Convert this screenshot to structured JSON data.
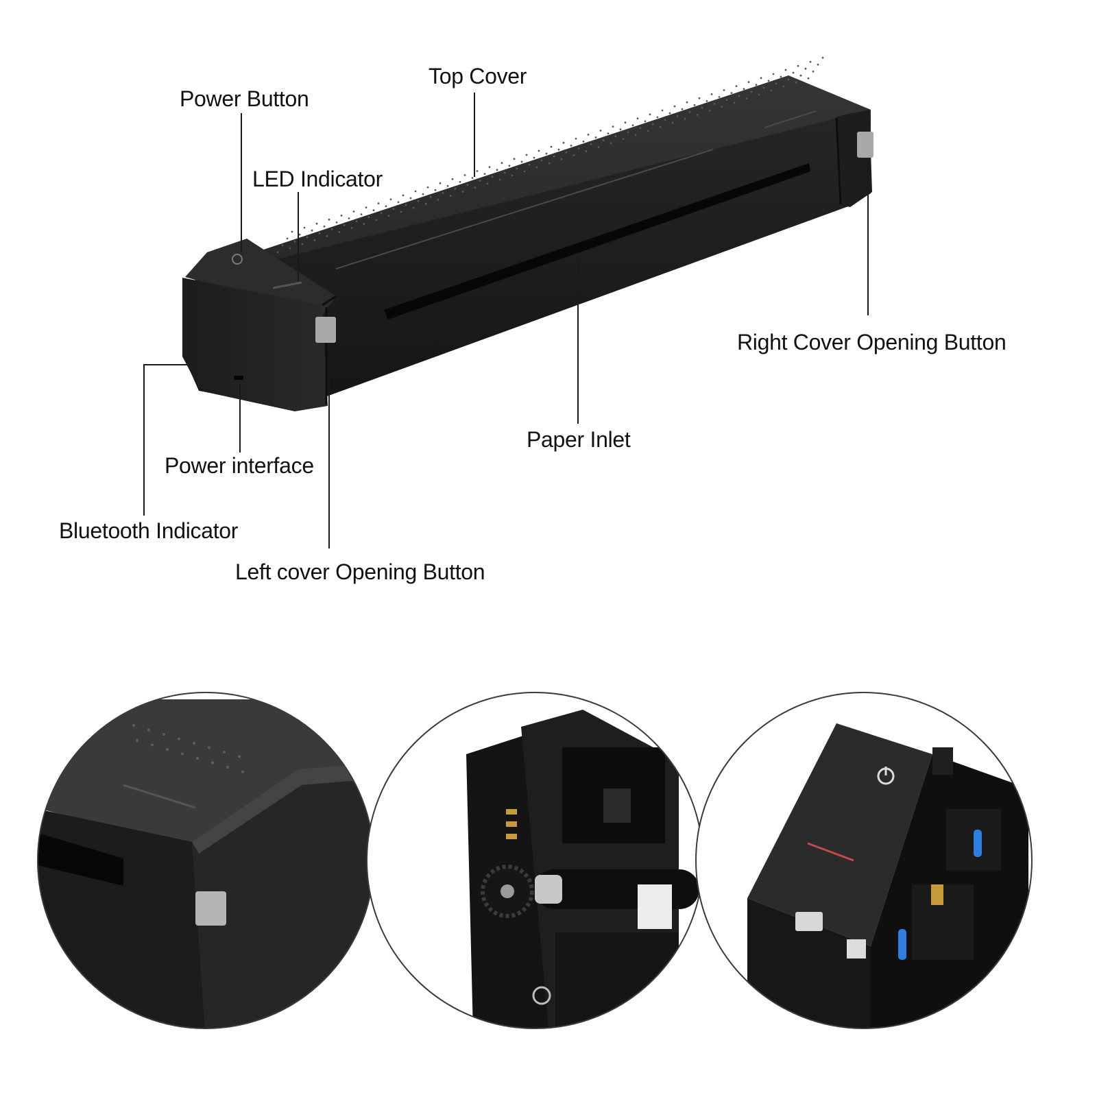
{
  "colors": {
    "body": "#232323",
    "body_dark": "#141414",
    "body_top": "#2e2e2e",
    "slot": "#0a0a0a",
    "button": "#a9a9a9",
    "leader": "#1a1a1a",
    "accent_blue": "#2f7fe0",
    "accent_red": "#c24a4a",
    "contact_gold": "#c79a3c"
  },
  "callouts": {
    "top_cover": "Top Cover",
    "power_button": "Power Button",
    "led_indicator": "LED Indicator",
    "right_cover_button": "Right Cover Opening Button",
    "paper_inlet": "Paper Inlet",
    "power_interface": "Power interface",
    "bluetooth_indicator": "Bluetooth Indicator",
    "left_cover_button": "Left cover Opening Button"
  },
  "icons": {
    "power": "power-icon"
  }
}
